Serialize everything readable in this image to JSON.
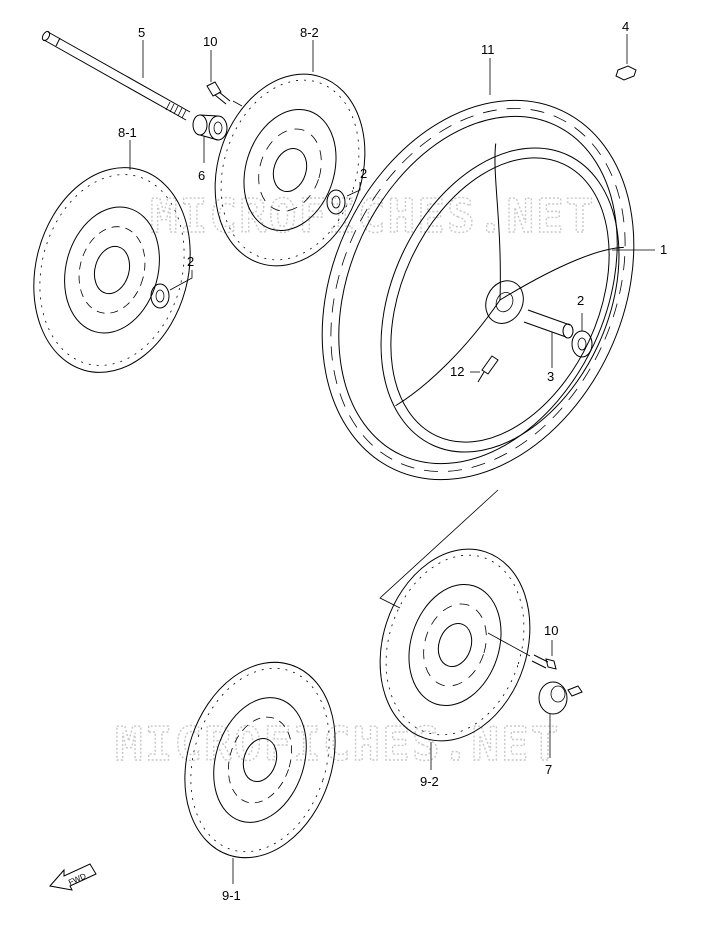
{
  "watermark": {
    "text": "MICROFICHES.NET"
  },
  "labels": {
    "axle": "5",
    "bolt_top": "10",
    "disc_8_2": "8-2",
    "tire": "11",
    "bolt_4": "4",
    "disc_8_1": "8-1",
    "collar": "6",
    "bearing_top": "2",
    "bearing_left": "2",
    "wheel": "1",
    "bearing_right": "2",
    "spacer": "3",
    "valve": "12",
    "bolt_bottom": "10",
    "speedo_gear": "7",
    "disc_9_2": "9-2",
    "disc_9_1": "9-1"
  },
  "fwd": {
    "text": "FWD"
  }
}
